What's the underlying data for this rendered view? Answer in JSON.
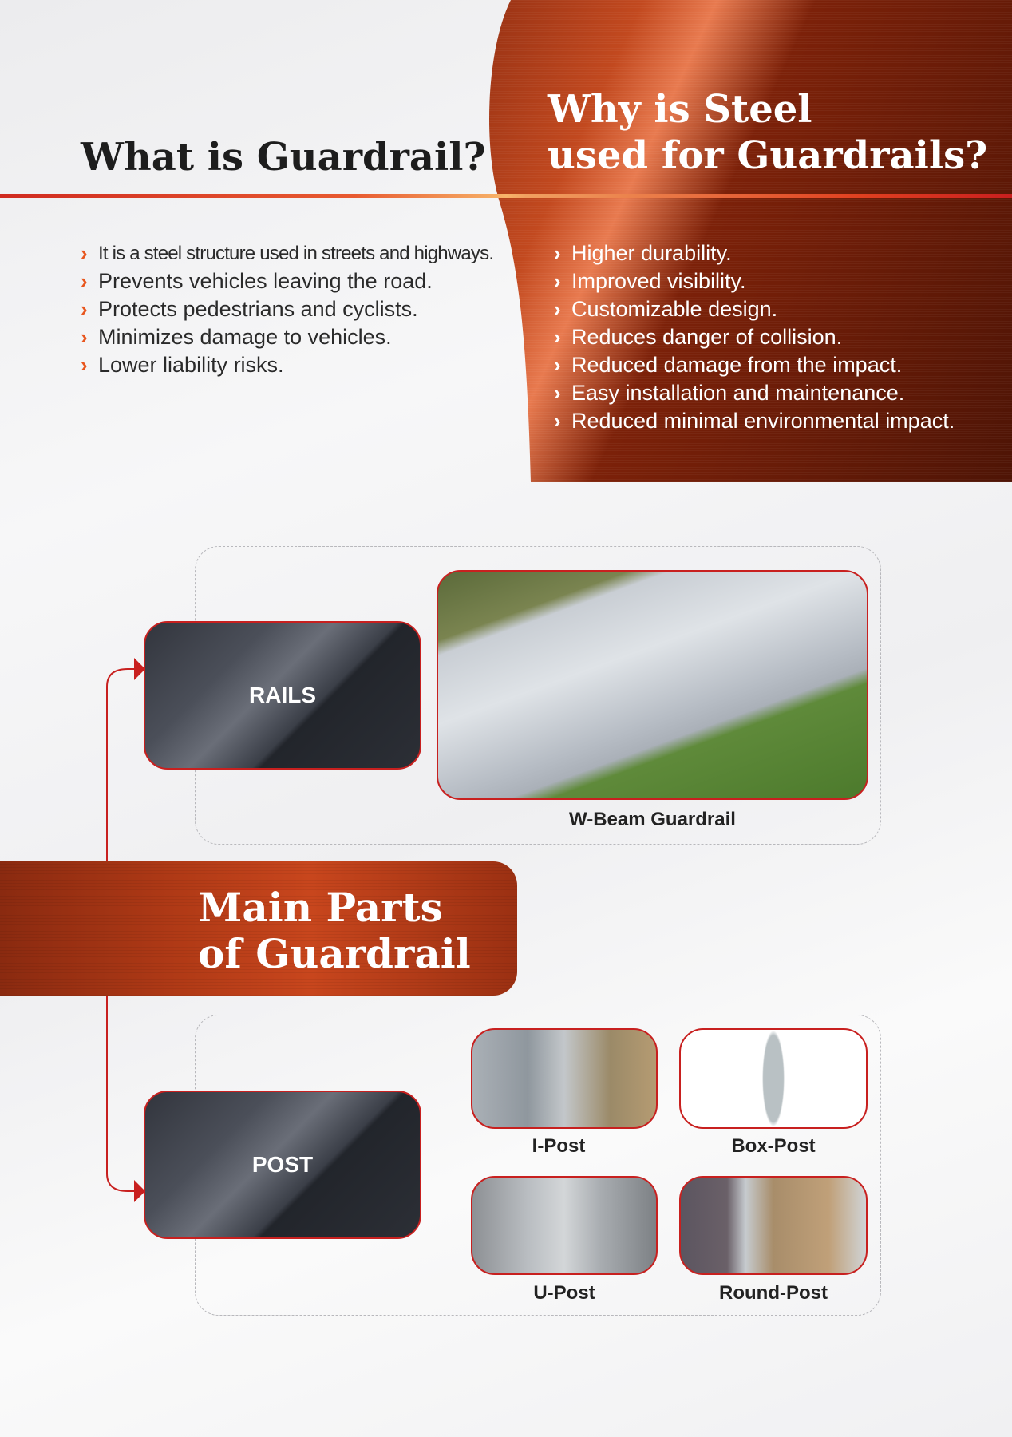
{
  "left": {
    "title": "What is Guardrail?",
    "items": [
      "It is a steel structure used in streets and highways.",
      "Prevents vehicles leaving the road.",
      "Protects pedestrians and cyclists.",
      "Minimizes damage to vehicles.",
      "Lower liability risks."
    ]
  },
  "right": {
    "title_line1": "Why is Steel",
    "title_line2": "used for Guardrails?",
    "items": [
      "Higher durability.",
      "Improved visibility.",
      "Customizable design.",
      "Reduces danger of collision.",
      "Reduced damage from the impact.",
      "Easy installation and maintenance.",
      "Reduced minimal environmental impact."
    ]
  },
  "parts": {
    "title_line1": "Main Parts",
    "title_line2": "of Guardrail",
    "rails": {
      "label": "RAILS",
      "caption": "W-Beam Guardrail"
    },
    "post": {
      "label": "POST",
      "types": [
        "I-Post",
        "Box-Post",
        "U-Post",
        "Round-Post"
      ]
    }
  },
  "icons": {
    "bullet": "chevron-right-icon"
  },
  "colors": {
    "accent": "#c8201f",
    "brand_dark": "#7c2109"
  }
}
